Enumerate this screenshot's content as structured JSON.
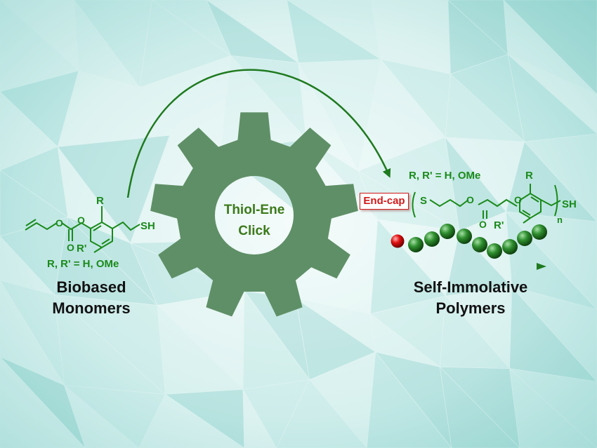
{
  "colors": {
    "background": "#cdebea",
    "gear": "#5f8f66",
    "chemistry": "#1a8a1a",
    "arrow": "#1f7a1f",
    "end_cap": "#d01a1a",
    "bead_green": "#1e7a1e",
    "bead_red": "#e01010"
  },
  "process": {
    "gear_label_line1": "Thiol-Ene",
    "gear_label_line2": "Click",
    "gear_icon": "gear-icon",
    "arrow_icon": "curved-arrow-icon"
  },
  "monomer": {
    "r_top": "R",
    "r_prime": "R'",
    "thiol": "SH",
    "substituents": "R, R' = H, OMe",
    "title_line1": "Biobased",
    "title_line2": "Monomers"
  },
  "polymer": {
    "substituents": "R, R' = H, OMe",
    "end_cap": "End-cap",
    "sulfur": "S",
    "r_top": "R",
    "r_prime": "R'",
    "subscript_n": "n",
    "thiol": "SH",
    "chain_icon": "bead-chain-icon",
    "title_line1": "Self-Immolative",
    "title_line2": "Polymers"
  }
}
